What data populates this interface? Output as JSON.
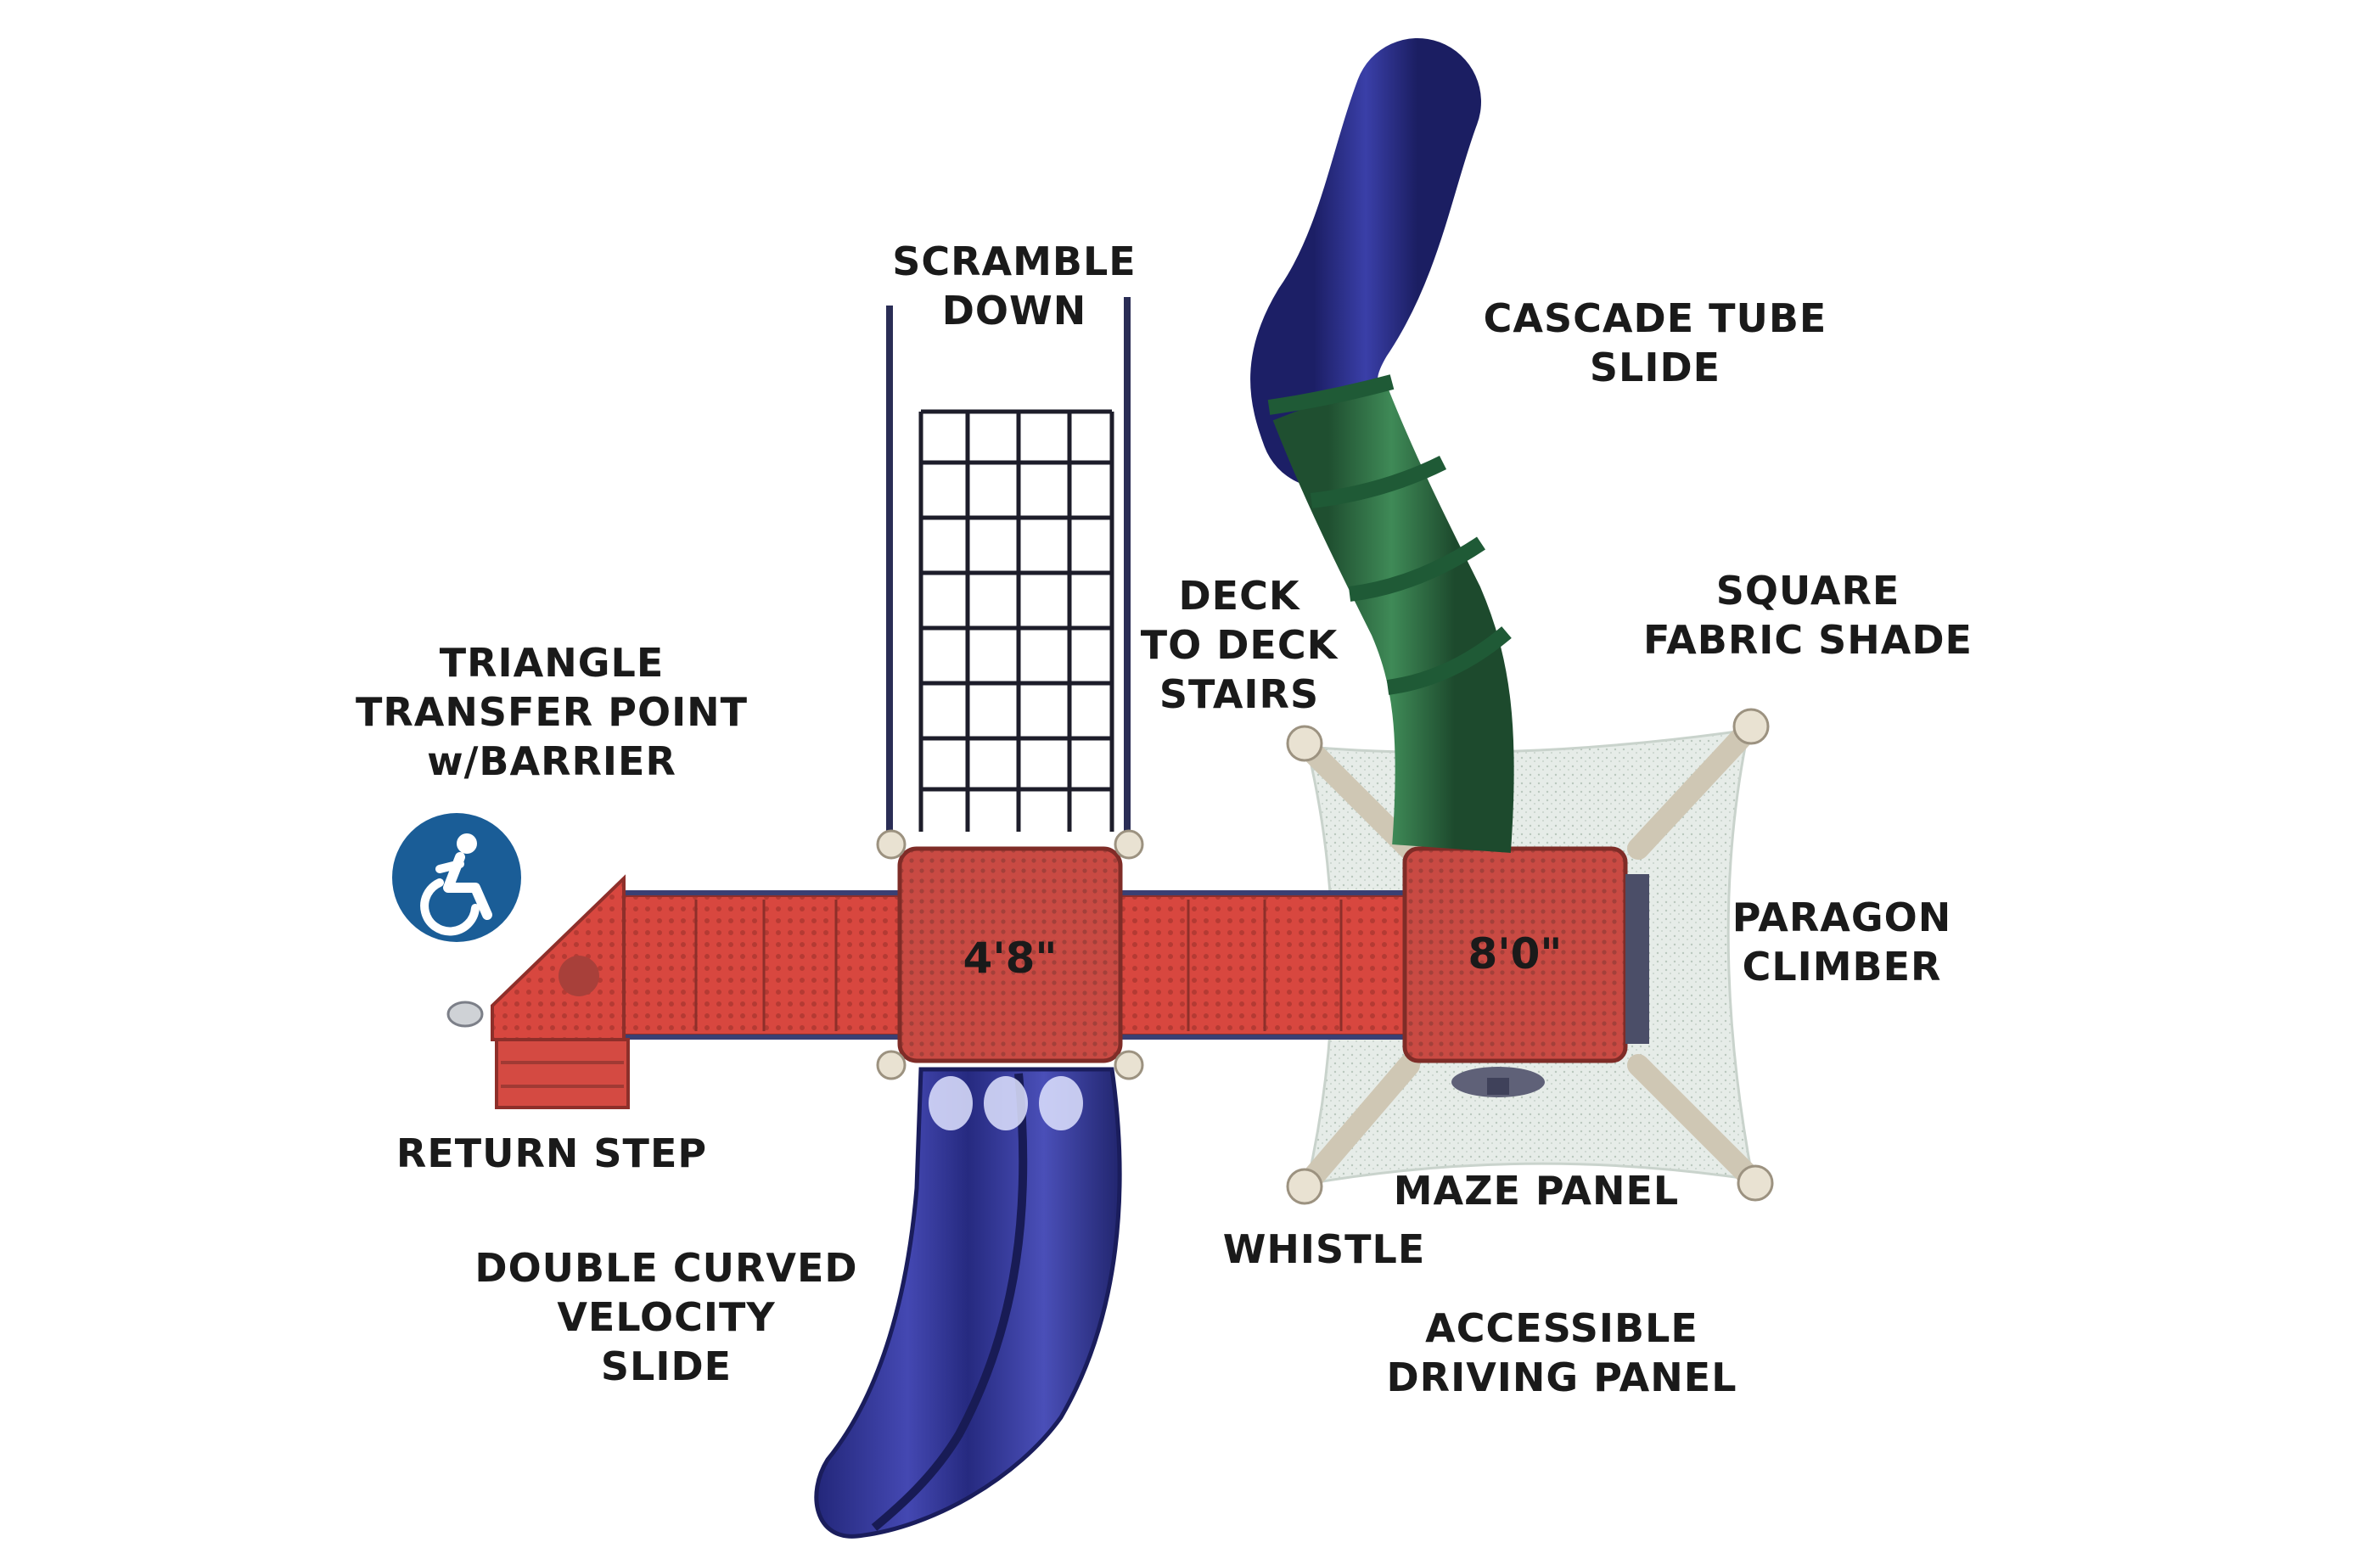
{
  "labels": {
    "scramble_down": [
      "SCRAMBLE",
      "DOWN"
    ],
    "cascade_tube_slide": [
      "CASCADE TUBE",
      "SLIDE"
    ],
    "deck_to_deck_stairs": [
      "DECK",
      "TO DECK",
      "STAIRS"
    ],
    "square_fabric_shade": [
      "SQUARE",
      "FABRIC SHADE"
    ],
    "triangle_transfer_point": [
      "TRIANGLE",
      "TRANSFER POINT",
      "w/BARRIER"
    ],
    "paragon_climber": [
      "PARAGON",
      "CLIMBER"
    ],
    "return_step": [
      "RETURN STEP"
    ],
    "maze_panel": [
      "MAZE PANEL"
    ],
    "whistle": [
      "WHISTLE"
    ],
    "double_curved_velocity_slide": [
      "DOUBLE CURVED",
      "VELOCITY",
      "SLIDE"
    ],
    "accessible_driving_panel": [
      "ACCESSIBLE",
      "DRIVING PANEL"
    ]
  },
  "decks": {
    "left_height": "4'8\"",
    "right_height": "8'0\""
  },
  "icons": {
    "accessibility": "accessibility-icon"
  },
  "colors": {
    "deck_red": "#d8473f",
    "slide_blue": "#2a2e8c",
    "tube_green": "#2f6e43",
    "accessibility_blue": "#1a5d97",
    "net_dark": "#1d1d2a",
    "shade_fabric": "#dfe7e2",
    "post_tan": "#d9cdb6"
  }
}
